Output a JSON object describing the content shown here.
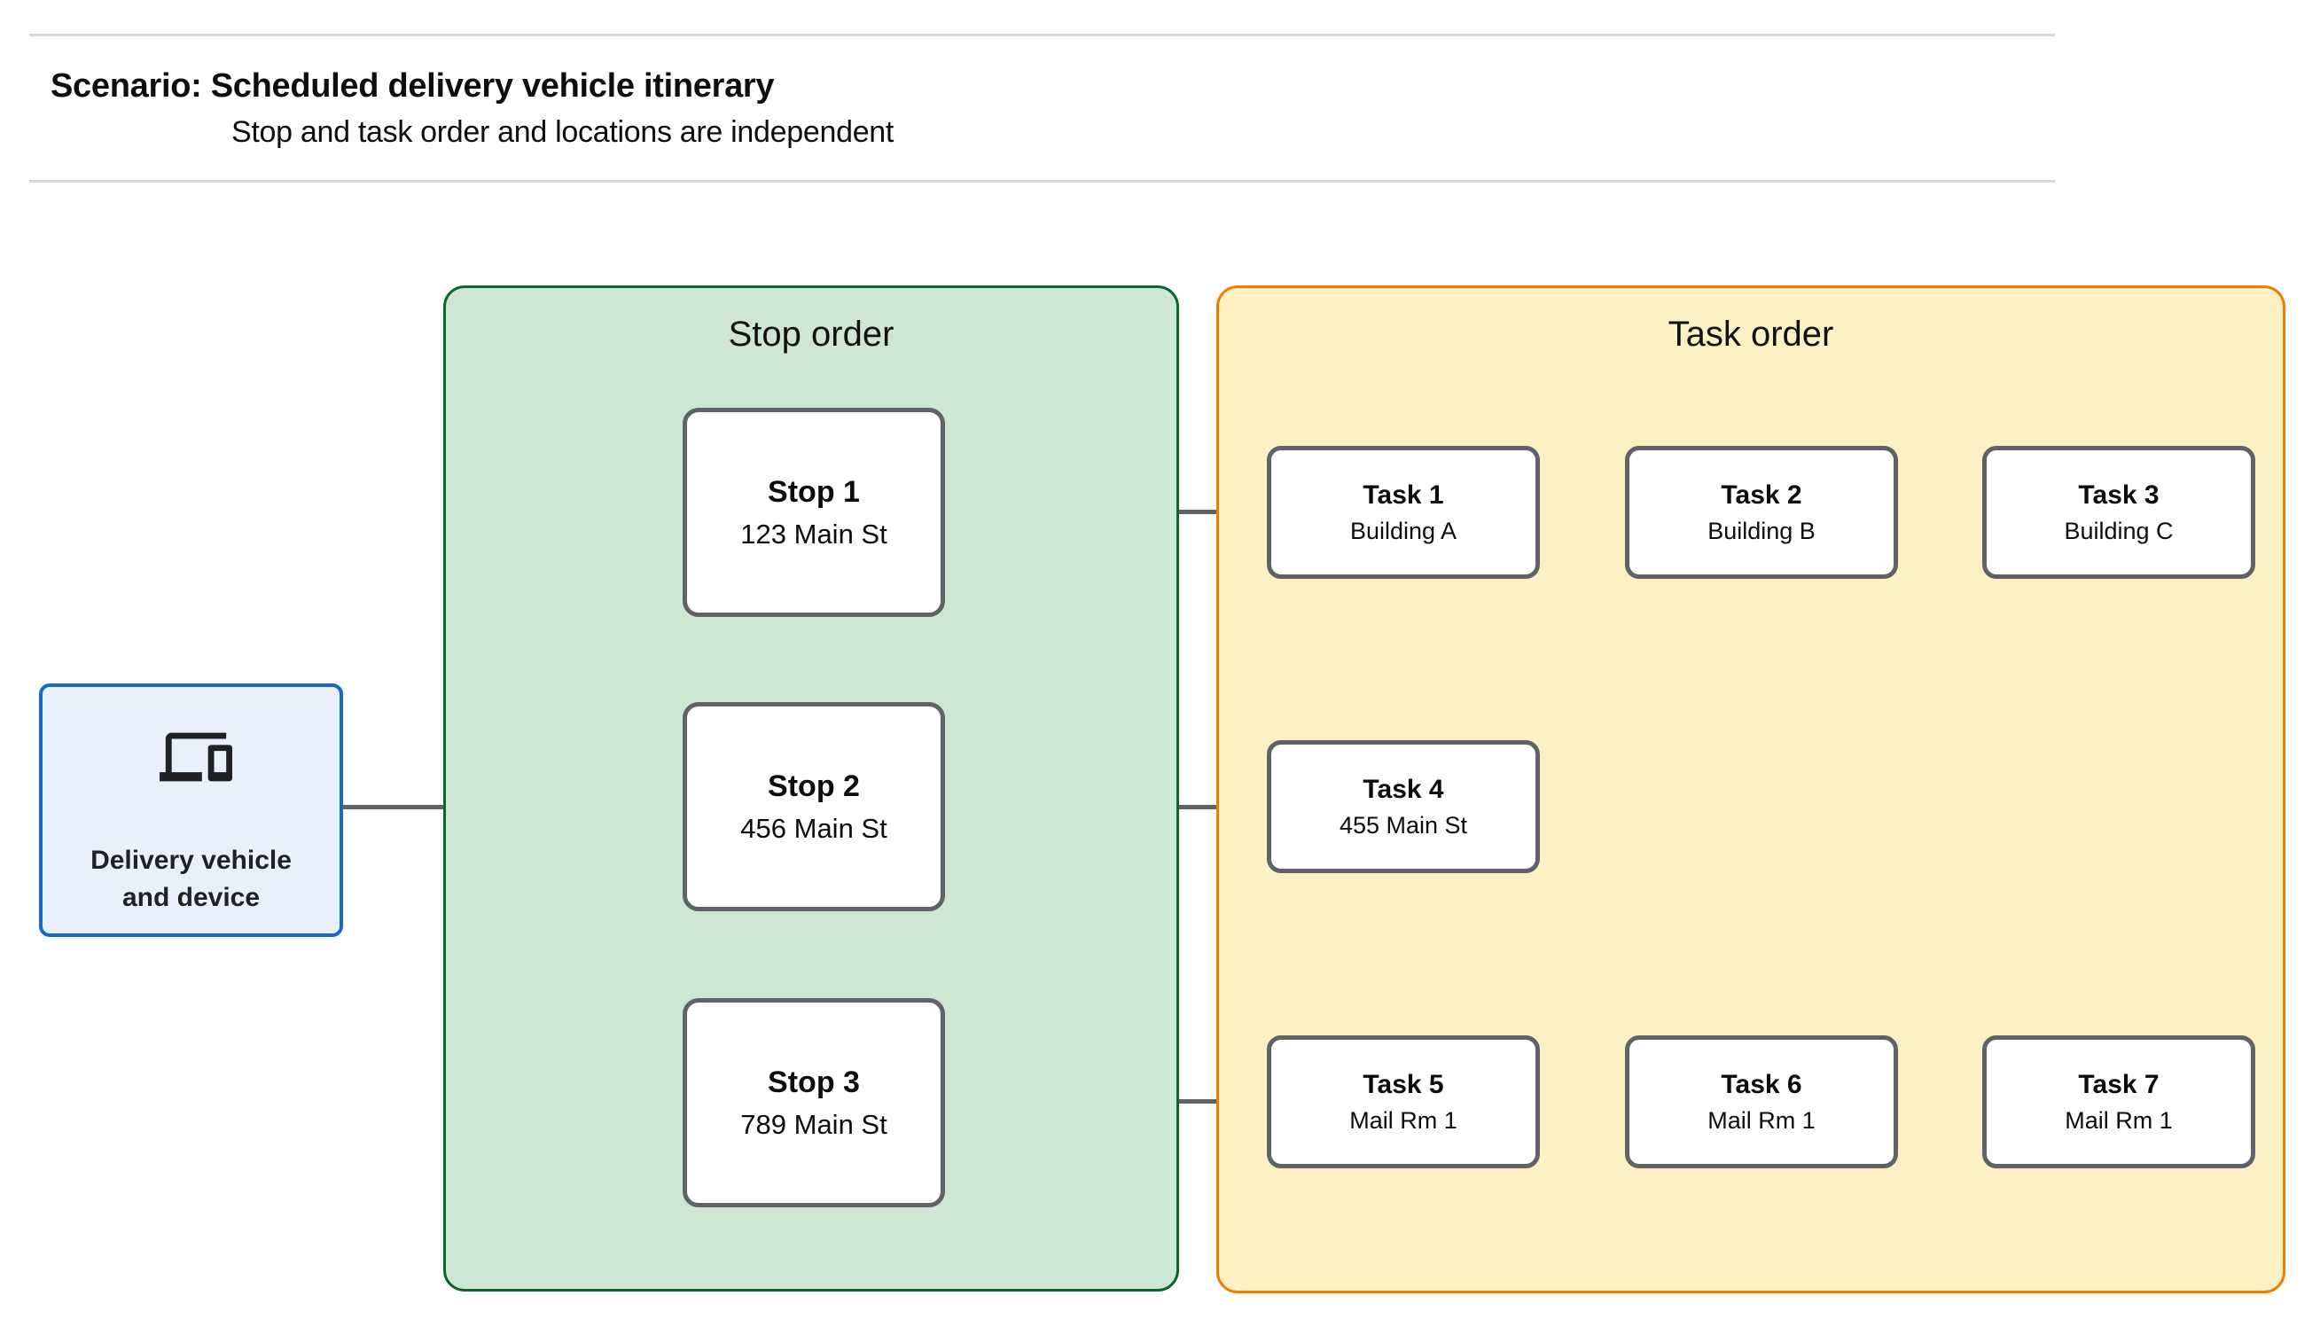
{
  "header": {
    "title": "Scenario: Scheduled delivery vehicle itinerary",
    "subtitle": "Stop and task order and locations are independent"
  },
  "vehicle": {
    "icon": "devices-icon",
    "label_line1": "Delivery vehicle",
    "label_line2": "and device"
  },
  "panels": {
    "stop": {
      "title": "Stop order",
      "fill_color": "#cde7d4",
      "border_color": "#0d652d",
      "stops": [
        {
          "name": "Stop 1",
          "location": "123 Main St"
        },
        {
          "name": "Stop 2",
          "location": "456 Main St"
        },
        {
          "name": "Stop 3",
          "location": "789 Main St"
        }
      ]
    },
    "task": {
      "title": "Task order",
      "fill_color": "#fdf0c4",
      "border_color": "#f07d00",
      "tasks": [
        {
          "name": "Task 1",
          "location": "Building A",
          "row": 1
        },
        {
          "name": "Task 2",
          "location": "Building B",
          "row": 1
        },
        {
          "name": "Task 3",
          "location": "Building C",
          "row": 1
        },
        {
          "name": "Task 4",
          "location": "455 Main St",
          "row": 2
        },
        {
          "name": "Task 5",
          "location": "Mail Rm 1",
          "row": 3
        },
        {
          "name": "Task 6",
          "location": "Mail Rm 1",
          "row": 3
        },
        {
          "name": "Task 7",
          "location": "Mail Rm 1",
          "row": 3
        }
      ]
    }
  },
  "colors": {
    "vehicle_border": "#1b66c9",
    "vehicle_fill": "#e9f0fc",
    "connector_gray": "#5f6368",
    "node_border_gray": "#5f6368",
    "rule_gray": "#d7d7d7"
  }
}
